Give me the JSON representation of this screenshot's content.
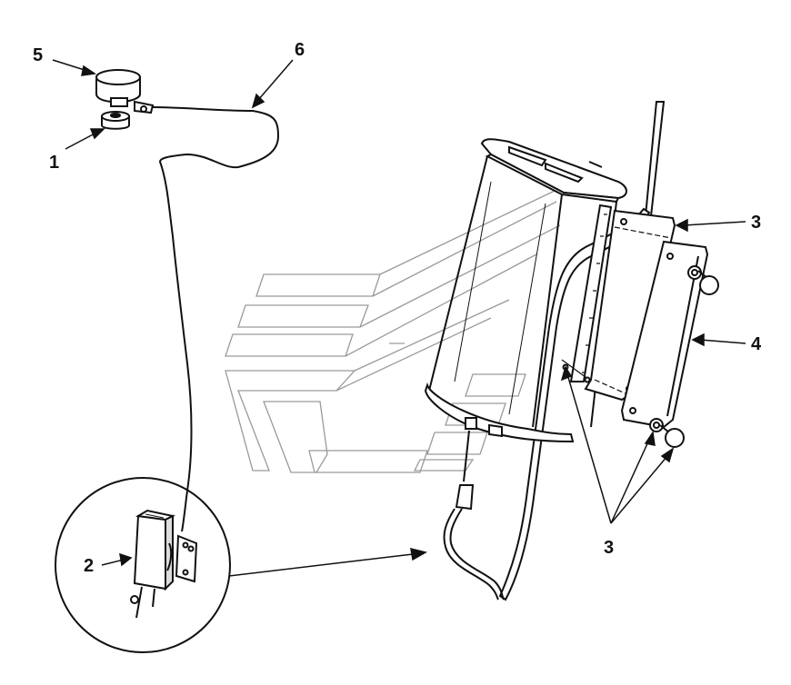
{
  "callouts": {
    "c1": "1",
    "c2": "2",
    "c3a": "3",
    "c3b": "3",
    "c4": "4",
    "c5": "5",
    "c6": "6"
  },
  "colors": {
    "line": "#111111",
    "watermark": "#9a9a9a"
  }
}
